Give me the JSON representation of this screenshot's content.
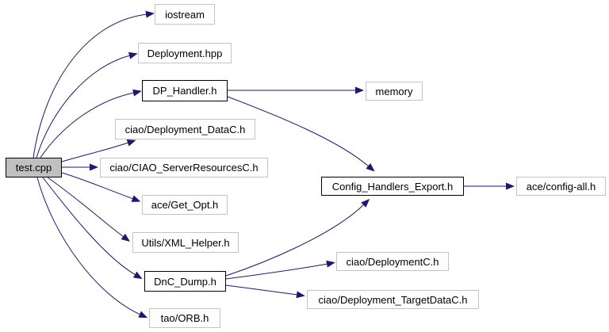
{
  "diagram": {
    "type": "include-dependency-graph",
    "colors": {
      "background": "#ffffff",
      "edge": "#191970",
      "node_border": "#c4c4c4",
      "highlight_border": "#000000",
      "root_fill": "#c0c0c0",
      "node_fill": "#fefefe",
      "text": "#000000"
    }
  },
  "nodes": [
    {
      "id": "test-cpp",
      "label": "test.cpp",
      "style": "root"
    },
    {
      "id": "iostream",
      "label": "iostream",
      "style": "plain"
    },
    {
      "id": "deployment-hpp",
      "label": "Deployment.hpp",
      "style": "plain"
    },
    {
      "id": "dp-handler-h",
      "label": "DP_Handler.h",
      "style": "highlight"
    },
    {
      "id": "ciao-deployment-datac-h",
      "label": "ciao/Deployment_DataC.h",
      "style": "plain"
    },
    {
      "id": "ciao-ciao-serverresourcesc-h",
      "label": "ciao/CIAO_ServerResourcesC.h",
      "style": "plain"
    },
    {
      "id": "ace-get-opt-h",
      "label": "ace/Get_Opt.h",
      "style": "plain"
    },
    {
      "id": "utils-xml-helper-h",
      "label": "Utils/XML_Helper.h",
      "style": "plain"
    },
    {
      "id": "dnc-dump-h",
      "label": "DnC_Dump.h",
      "style": "highlight"
    },
    {
      "id": "tao-orb-h",
      "label": "tao/ORB.h",
      "style": "plain"
    },
    {
      "id": "memory",
      "label": "memory",
      "style": "plain"
    },
    {
      "id": "config-handlers-export-h",
      "label": "Config_Handlers_Export.h",
      "style": "highlight"
    },
    {
      "id": "ace-config-all-h",
      "label": "ace/config-all.h",
      "style": "plain"
    },
    {
      "id": "ciao-deploymentc-h",
      "label": "ciao/DeploymentC.h",
      "style": "plain"
    },
    {
      "id": "ciao-deployment-targetdatac-h",
      "label": "ciao/Deployment_TargetDataC.h",
      "style": "plain"
    }
  ],
  "edges": [
    {
      "from": "test.cpp",
      "to": "iostream"
    },
    {
      "from": "test.cpp",
      "to": "Deployment.hpp"
    },
    {
      "from": "test.cpp",
      "to": "DP_Handler.h"
    },
    {
      "from": "test.cpp",
      "to": "ciao/Deployment_DataC.h"
    },
    {
      "from": "test.cpp",
      "to": "ciao/CIAO_ServerResourcesC.h"
    },
    {
      "from": "test.cpp",
      "to": "ace/Get_Opt.h"
    },
    {
      "from": "test.cpp",
      "to": "Utils/XML_Helper.h"
    },
    {
      "from": "test.cpp",
      "to": "DnC_Dump.h"
    },
    {
      "from": "test.cpp",
      "to": "tao/ORB.h"
    },
    {
      "from": "DP_Handler.h",
      "to": "memory"
    },
    {
      "from": "DP_Handler.h",
      "to": "Config_Handlers_Export.h"
    },
    {
      "from": "DnC_Dump.h",
      "to": "Config_Handlers_Export.h"
    },
    {
      "from": "DnC_Dump.h",
      "to": "ciao/DeploymentC.h"
    },
    {
      "from": "DnC_Dump.h",
      "to": "ciao/Deployment_TargetDataC.h"
    },
    {
      "from": "Config_Handlers_Export.h",
      "to": "ace/config-all.h"
    }
  ]
}
